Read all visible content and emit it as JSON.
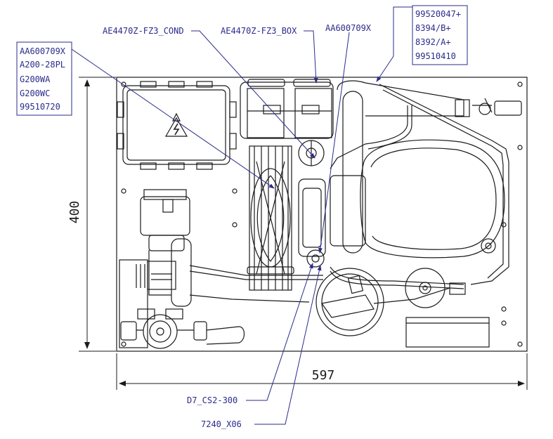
{
  "callouts": {
    "top_left_box": [
      "AA600709X",
      "A200-28PL",
      "G200WA",
      "G200WC",
      "99510720"
    ],
    "top_right_box": [
      "99520047+",
      "8394/B+",
      "8392/A+",
      "99510410"
    ],
    "cond_label": "AE4470Z-FZ3_COND",
    "box_label": "AE4470Z-FZ3_BOX",
    "aa_label": "AA600709X",
    "d7_label": "D7_CS2-300",
    "x06_label": "7240_X06"
  },
  "dimensions": {
    "width_value": "597",
    "height_value": "400"
  },
  "symbols": {
    "junction_box": "electrical-hazard-icon"
  },
  "colors": {
    "callout_ink": "#2b2b8c",
    "drawing_ink": "#1b1b1b"
  }
}
